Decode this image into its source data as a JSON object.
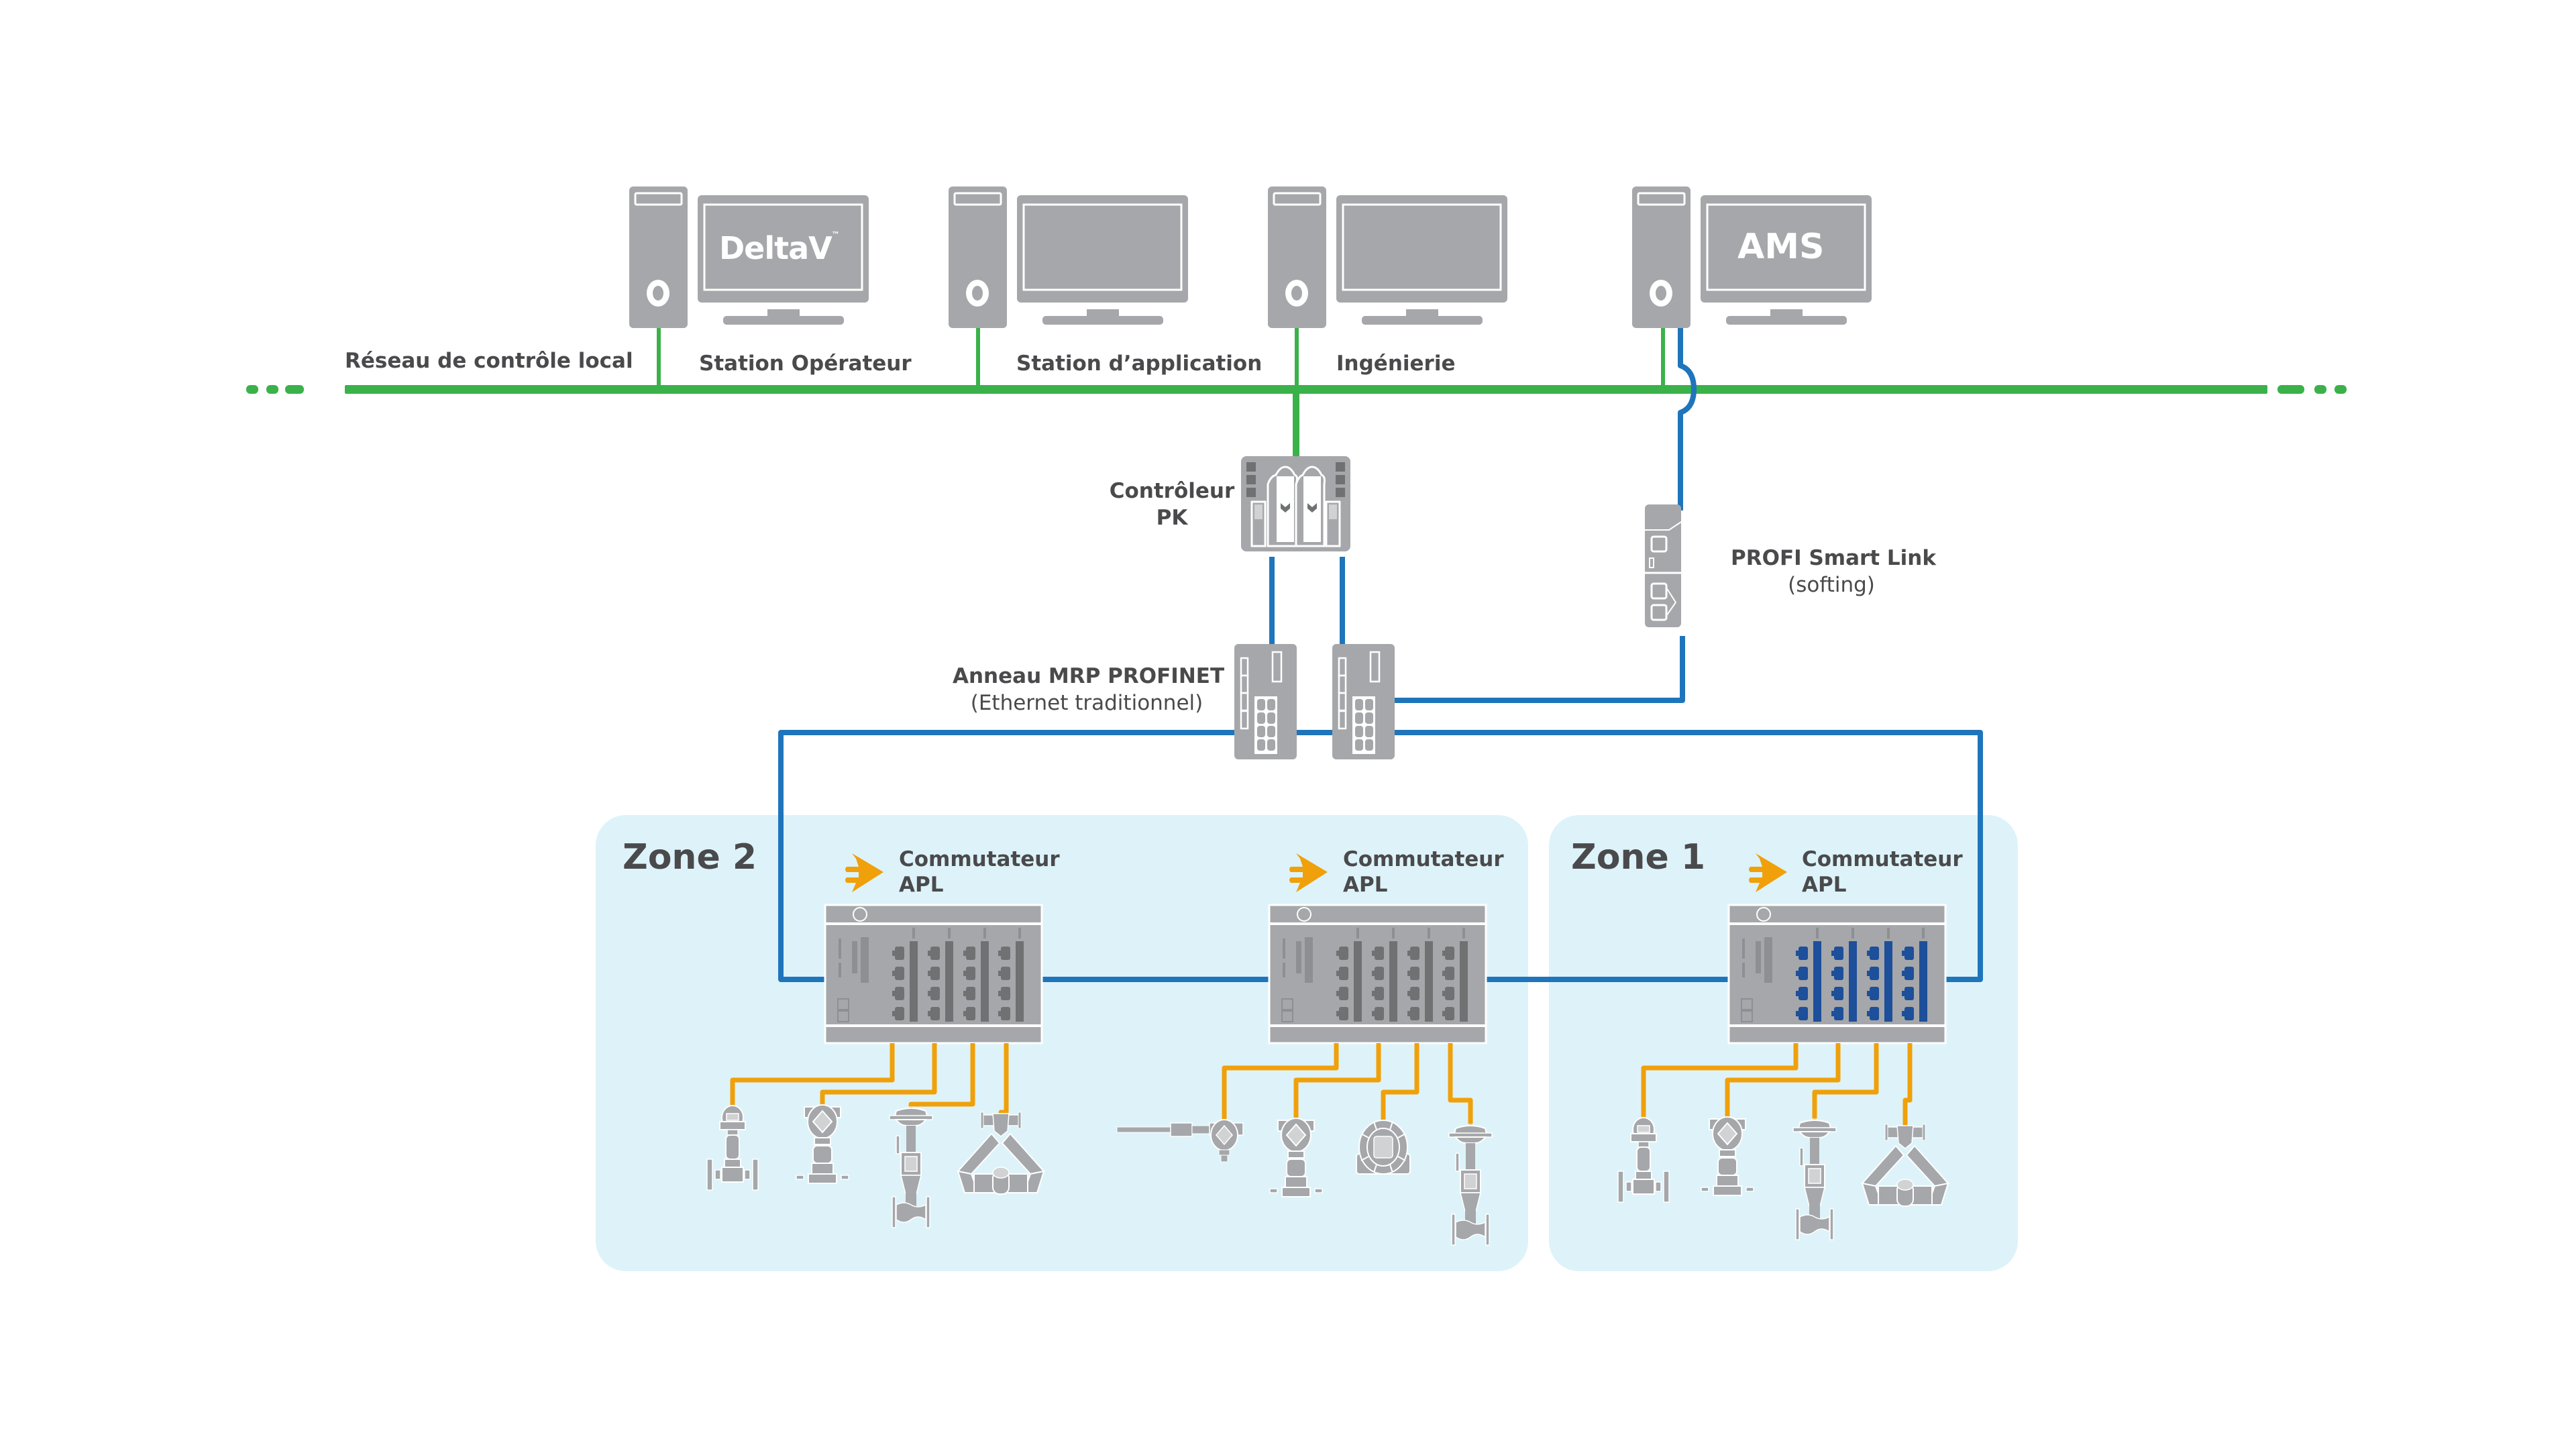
{
  "diagram": {
    "language": "fr",
    "colors": {
      "lan": "#3bb14a",
      "profinet": "#1f75bb",
      "apl": "#f0a00a",
      "device": "#a6a7aa",
      "device_dark": "#707173",
      "zone_bg": "#ddf3f9",
      "apl_port_active": "#1d4f9a",
      "text": "#4a4a4c"
    },
    "network": {
      "lan_label": "Réseau de contrôle local"
    },
    "workstations": [
      {
        "label": "Station Opérateur",
        "screen_text": "DeltaV",
        "screen_tm": "™",
        "icon": "desktop-computer-icon"
      },
      {
        "label": "Station d’application",
        "screen_text": "",
        "icon": "desktop-computer-icon"
      },
      {
        "label": "Ingénierie",
        "screen_text": "",
        "icon": "desktop-computer-icon"
      },
      {
        "label": "",
        "screen_text": "AMS",
        "icon": "desktop-computer-icon"
      }
    ],
    "controller": {
      "label_line1": "Contrôleur",
      "label_line2": "PK",
      "icon": "pk-controller-icon"
    },
    "profi_smart_link": {
      "label": "PROFI Smart Link",
      "sublabel": "(softing)",
      "icon": "gateway-icon"
    },
    "mrp_ring": {
      "label": "Anneau MRP PROFINET",
      "sublabel": "(Ethernet traditionnel)",
      "switch_count": 2,
      "icon": "ethernet-switch-icon"
    },
    "zones": [
      {
        "title": "Zone 2",
        "apl_switches": [
          {
            "label_line1": "Commutateur",
            "label_line2": "APL",
            "active_ports": false,
            "field_devices": [
              "vortex-flowmeter-icon",
              "pressure-transmitter-icon",
              "control-valve-icon",
              "coriolis-flowmeter-icon"
            ]
          },
          {
            "label_line1": "Commutateur",
            "label_line2": "APL",
            "active_ports": false,
            "field_devices": [
              "temperature-transmitter-icon",
              "pressure-transmitter-icon",
              "wireless-gateway-icon",
              "control-valve-icon"
            ]
          }
        ]
      },
      {
        "title": "Zone 1",
        "apl_switches": [
          {
            "label_line1": "Commutateur",
            "label_line2": "APL",
            "active_ports": true,
            "field_devices": [
              "vortex-flowmeter-icon",
              "pressure-transmitter-icon",
              "control-valve-icon",
              "coriolis-flowmeter-icon"
            ]
          }
        ]
      }
    ]
  }
}
